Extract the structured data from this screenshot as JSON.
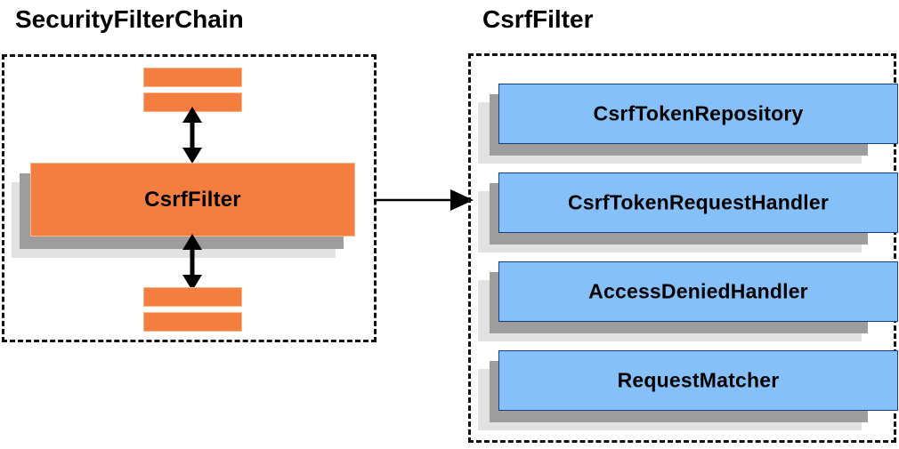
{
  "panels": {
    "left": {
      "title": "SecurityFilterChain",
      "main_box": {
        "label": "CsrfFilter",
        "color": "#f47e3f"
      },
      "filter_bars": [
        {
          "name": "filter-bar-top-1"
        },
        {
          "name": "filter-bar-top-2"
        },
        {
          "name": "filter-bar-bottom-1"
        },
        {
          "name": "filter-bar-bottom-2"
        }
      ]
    },
    "right": {
      "title": "CsrfFilter",
      "components": [
        {
          "label": "CsrfTokenRepository"
        },
        {
          "label": "CsrfTokenRequestHandler"
        },
        {
          "label": "AccessDeniedHandler"
        },
        {
          "label": "RequestMatcher"
        }
      ],
      "color": "#85c0f9"
    }
  },
  "connectors": [
    {
      "name": "arrow-chain-to-filter",
      "kind": "single-arrow",
      "direction": "right"
    },
    {
      "name": "arrow-above-csrffilter",
      "kind": "double-arrow",
      "direction": "vertical"
    },
    {
      "name": "arrow-below-csrffilter",
      "kind": "double-arrow",
      "direction": "vertical"
    }
  ],
  "colors": {
    "orange": "#f47e3f",
    "blue": "#85c0f9",
    "blue_border": "#1b3a8c",
    "shadow_dark": "#9d9d9d",
    "shadow_light": "#e2e2e2",
    "outline": "#111111"
  }
}
